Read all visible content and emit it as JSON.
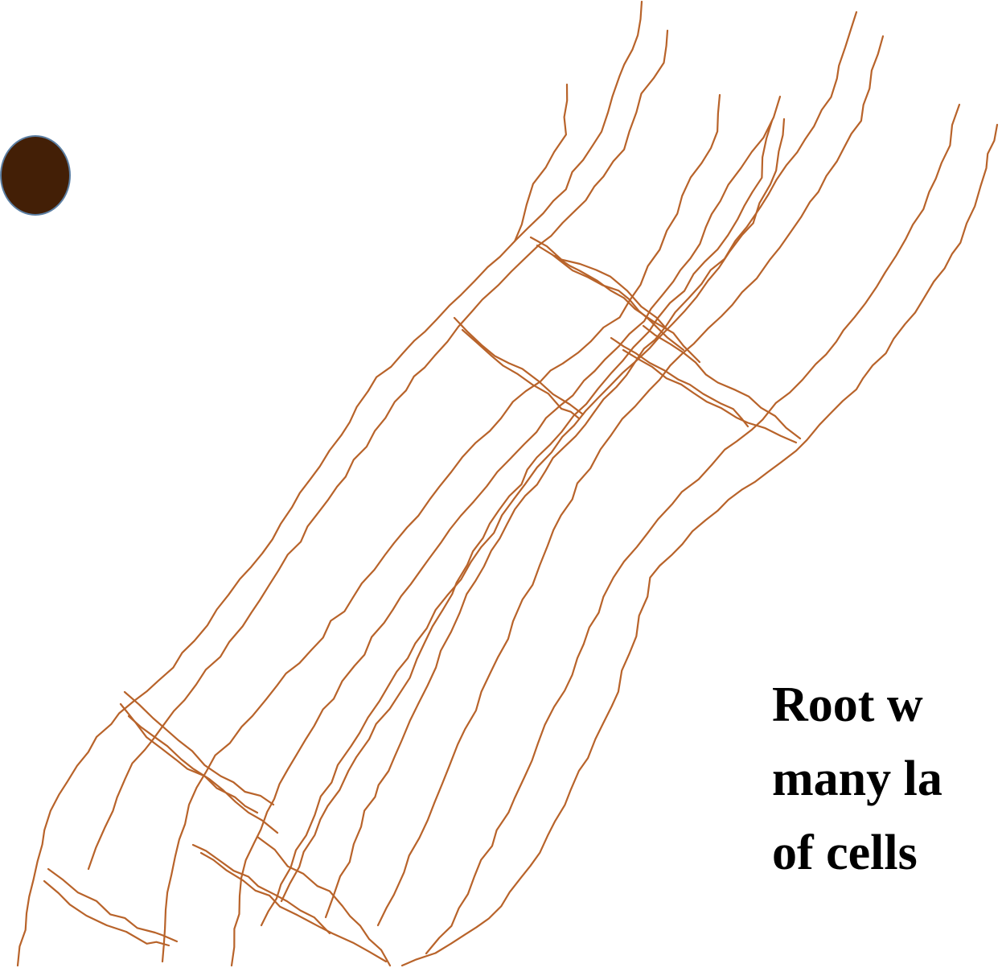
{
  "caption": {
    "lines": [
      "Root w",
      "many la",
      "of cells"
    ]
  },
  "colors": {
    "cell_wall": "#b8632a",
    "bullet_fill": "#431f06",
    "bullet_outline": "#5c7fa3",
    "text": "#000000",
    "background": "#ffffff"
  },
  "icons": {
    "bullet": "filled-circle-bullet-icon"
  }
}
